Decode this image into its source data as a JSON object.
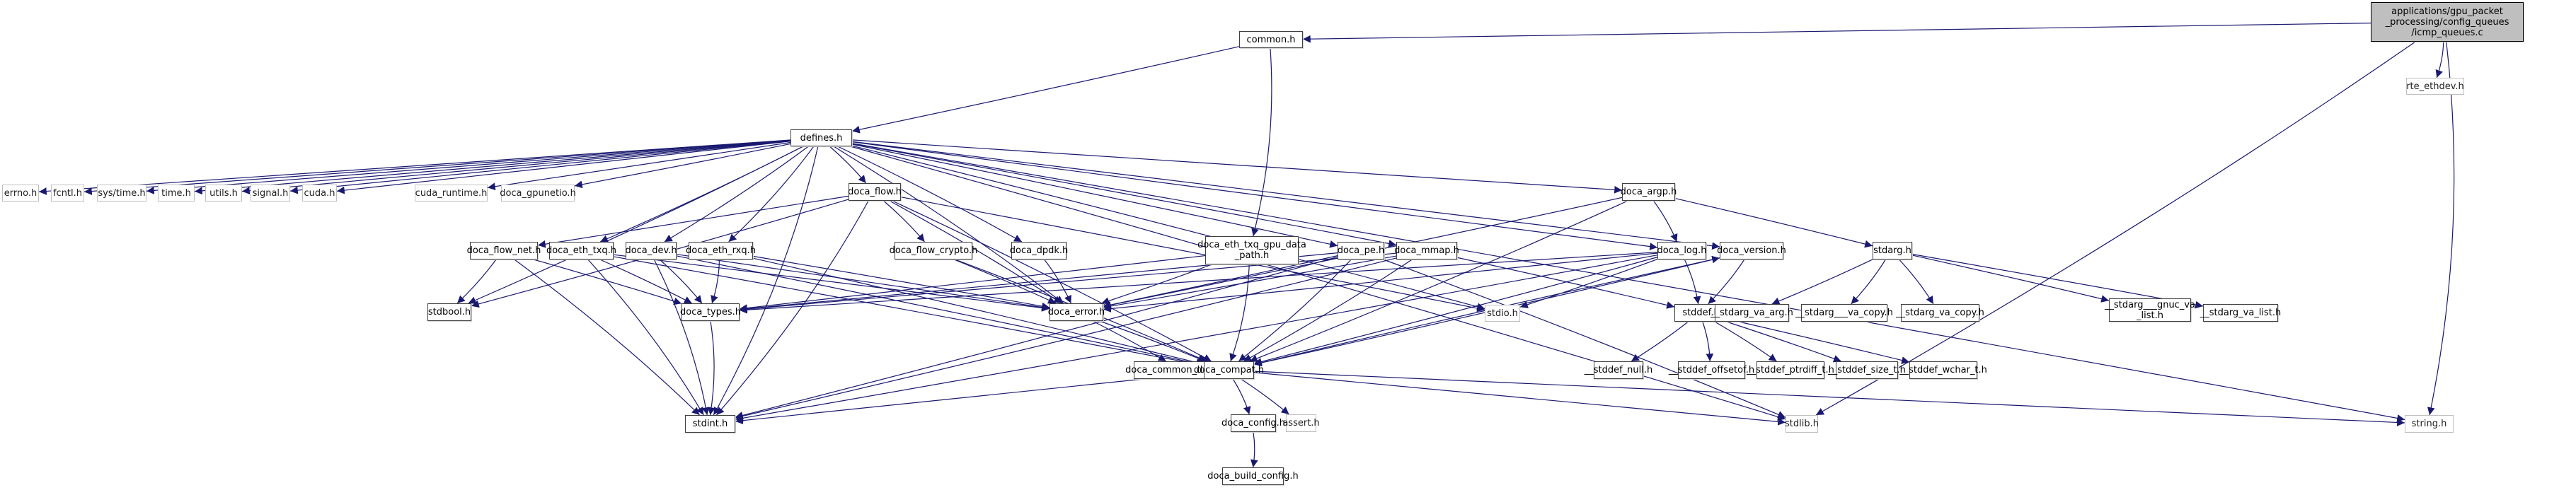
{
  "title": "Include dependency graph for icmp_queues.c",
  "colors": {
    "edge": "#191970",
    "root_fill": "#bfbfbf",
    "node_border": "#404040",
    "ext_border": "#bfbfbf"
  },
  "nodes": [
    {
      "id": "root",
      "label": "applications/gpu_packet\n_processing/config_queues\n/icmp_queues.c",
      "kind": "root"
    },
    {
      "id": "rte_ethdev",
      "label": "rte_ethdev.h",
      "kind": "ext"
    },
    {
      "id": "common",
      "label": "common.h",
      "kind": "doc"
    },
    {
      "id": "defines",
      "label": "defines.h",
      "kind": "doc"
    },
    {
      "id": "errno",
      "label": "errno.h",
      "kind": "ext"
    },
    {
      "id": "fcntl",
      "label": "fcntl.h",
      "kind": "ext"
    },
    {
      "id": "systime",
      "label": "sys/time.h",
      "kind": "ext"
    },
    {
      "id": "time",
      "label": "time.h",
      "kind": "ext"
    },
    {
      "id": "utils",
      "label": "utils.h",
      "kind": "ext"
    },
    {
      "id": "signal",
      "label": "signal.h",
      "kind": "ext"
    },
    {
      "id": "cuda",
      "label": "cuda.h",
      "kind": "ext"
    },
    {
      "id": "cuda_runtime",
      "label": "cuda_runtime.h",
      "kind": "ext"
    },
    {
      "id": "doca_gpunetio",
      "label": "doca_gpunetio.h",
      "kind": "ext"
    },
    {
      "id": "doca_flow",
      "label": "doca_flow.h",
      "kind": "doc"
    },
    {
      "id": "doca_argp",
      "label": "doca_argp.h",
      "kind": "doc"
    },
    {
      "id": "doca_flow_net",
      "label": "doca_flow_net.h",
      "kind": "doc"
    },
    {
      "id": "doca_eth_txq",
      "label": "doca_eth_txq.h",
      "kind": "doc"
    },
    {
      "id": "doca_dev",
      "label": "doca_dev.h",
      "kind": "doc"
    },
    {
      "id": "doca_eth_rxq",
      "label": "doca_eth_rxq.h",
      "kind": "doc"
    },
    {
      "id": "doca_flow_crypto",
      "label": "doca_flow_crypto.h",
      "kind": "doc"
    },
    {
      "id": "doca_dpdk",
      "label": "doca_dpdk.h",
      "kind": "doc"
    },
    {
      "id": "doca_eth_txq_gpu",
      "label": "doca_eth_txq_gpu_data\n_path.h",
      "kind": "doc"
    },
    {
      "id": "doca_pe",
      "label": "doca_pe.h",
      "kind": "doc"
    },
    {
      "id": "doca_mmap",
      "label": "doca_mmap.h",
      "kind": "doc"
    },
    {
      "id": "doca_log",
      "label": "doca_log.h",
      "kind": "doc"
    },
    {
      "id": "doca_version",
      "label": "doca_version.h",
      "kind": "doc"
    },
    {
      "id": "stdarg",
      "label": "stdarg.h",
      "kind": "doc"
    },
    {
      "id": "stdbool",
      "label": "stdbool.h",
      "kind": "doc"
    },
    {
      "id": "doca_types",
      "label": "doca_types.h",
      "kind": "doc"
    },
    {
      "id": "doca_error",
      "label": "doca_error.h",
      "kind": "doc"
    },
    {
      "id": "stdio",
      "label": "stdio.h",
      "kind": "ext"
    },
    {
      "id": "stddef",
      "label": "stddef.h",
      "kind": "doc"
    },
    {
      "id": "va_arg",
      "label": "__stdarg_va_arg.h",
      "kind": "doc"
    },
    {
      "id": "va_copy2",
      "label": "__stdarg___va_copy.h",
      "kind": "doc"
    },
    {
      "id": "va_copy",
      "label": "__stdarg_va_copy.h",
      "kind": "doc"
    },
    {
      "id": "gnuc_va_list",
      "label": "__stdarg___gnuc_va\n_list.h",
      "kind": "doc"
    },
    {
      "id": "va_list",
      "label": "__stdarg_va_list.h",
      "kind": "doc"
    },
    {
      "id": "doca_common_defines",
      "label": "doca_common_defines.h",
      "kind": "doc"
    },
    {
      "id": "doca_compat",
      "label": "doca_compat.h",
      "kind": "doc"
    },
    {
      "id": "stddef_null",
      "label": "__stddef_null.h",
      "kind": "doc"
    },
    {
      "id": "stddef_offsetof",
      "label": "__stddef_offsetof.h",
      "kind": "doc"
    },
    {
      "id": "stddef_ptrdiff",
      "label": "__stddef_ptrdiff_t.h",
      "kind": "doc"
    },
    {
      "id": "stddef_size",
      "label": "__stddef_size_t.h",
      "kind": "doc"
    },
    {
      "id": "stddef_wchar",
      "label": "__stddef_wchar_t.h",
      "kind": "doc"
    },
    {
      "id": "stdint",
      "label": "stdint.h",
      "kind": "doc"
    },
    {
      "id": "doca_config",
      "label": "doca_config.h",
      "kind": "doc"
    },
    {
      "id": "assert",
      "label": "assert.h",
      "kind": "ext"
    },
    {
      "id": "stdlib",
      "label": "stdlib.h",
      "kind": "ext"
    },
    {
      "id": "string",
      "label": "string.h",
      "kind": "ext"
    },
    {
      "id": "doca_build_config",
      "label": "doca_build_config.h",
      "kind": "doc"
    }
  ],
  "edges": [
    [
      "root",
      "common"
    ],
    [
      "root",
      "rte_ethdev"
    ],
    [
      "root",
      "stdlib"
    ],
    [
      "root",
      "string"
    ],
    [
      "common",
      "defines"
    ],
    [
      "common",
      "doca_eth_txq_gpu"
    ],
    [
      "defines",
      "errno"
    ],
    [
      "defines",
      "fcntl"
    ],
    [
      "defines",
      "systime"
    ],
    [
      "defines",
      "time"
    ],
    [
      "defines",
      "utils"
    ],
    [
      "defines",
      "signal"
    ],
    [
      "defines",
      "cuda"
    ],
    [
      "defines",
      "cuda_runtime"
    ],
    [
      "defines",
      "doca_gpunetio"
    ],
    [
      "defines",
      "doca_flow"
    ],
    [
      "defines",
      "doca_argp"
    ],
    [
      "defines",
      "doca_eth_txq"
    ],
    [
      "defines",
      "doca_dev"
    ],
    [
      "defines",
      "doca_eth_rxq"
    ],
    [
      "defines",
      "doca_dpdk"
    ],
    [
      "defines",
      "doca_pe"
    ],
    [
      "defines",
      "doca_mmap"
    ],
    [
      "defines",
      "doca_log"
    ],
    [
      "defines",
      "doca_version"
    ],
    [
      "defines",
      "stdbool"
    ],
    [
      "defines",
      "stdint"
    ],
    [
      "defines",
      "stdio"
    ],
    [
      "defines",
      "doca_error"
    ],
    [
      "defines",
      "string"
    ],
    [
      "defines",
      "stdlib"
    ],
    [
      "doca_flow",
      "doca_flow_net"
    ],
    [
      "doca_flow",
      "doca_flow_crypto"
    ],
    [
      "doca_flow",
      "stdbool"
    ],
    [
      "doca_flow",
      "stdint"
    ],
    [
      "doca_flow",
      "doca_error"
    ],
    [
      "doca_flow",
      "doca_compat"
    ],
    [
      "doca_flow",
      "stdio"
    ],
    [
      "doca_flow_net",
      "stdbool"
    ],
    [
      "doca_flow_net",
      "stdint"
    ],
    [
      "doca_flow_net",
      "doca_types"
    ],
    [
      "doca_eth_txq",
      "doca_types"
    ],
    [
      "doca_eth_txq",
      "doca_error"
    ],
    [
      "doca_eth_txq",
      "doca_compat"
    ],
    [
      "doca_eth_txq",
      "stdint"
    ],
    [
      "doca_dev",
      "doca_types"
    ],
    [
      "doca_dev",
      "doca_error"
    ],
    [
      "doca_dev",
      "doca_compat"
    ],
    [
      "doca_dev",
      "stdint"
    ],
    [
      "doca_eth_rxq",
      "doca_types"
    ],
    [
      "doca_eth_rxq",
      "doca_error"
    ],
    [
      "doca_eth_rxq",
      "doca_compat"
    ],
    [
      "doca_flow_crypto",
      "doca_error"
    ],
    [
      "doca_flow_crypto",
      "doca_compat"
    ],
    [
      "doca_dpdk",
      "doca_error"
    ],
    [
      "doca_eth_txq_gpu",
      "doca_types"
    ],
    [
      "doca_eth_txq_gpu",
      "doca_error"
    ],
    [
      "doca_eth_txq_gpu",
      "doca_compat"
    ],
    [
      "doca_pe",
      "doca_types"
    ],
    [
      "doca_pe",
      "doca_error"
    ],
    [
      "doca_pe",
      "doca_compat"
    ],
    [
      "doca_pe",
      "stdint"
    ],
    [
      "doca_pe",
      "stdlib"
    ],
    [
      "doca_mmap",
      "doca_types"
    ],
    [
      "doca_mmap",
      "doca_error"
    ],
    [
      "doca_mmap",
      "doca_compat"
    ],
    [
      "doca_mmap",
      "stddef"
    ],
    [
      "doca_mmap",
      "stdint"
    ],
    [
      "doca_argp",
      "doca_log"
    ],
    [
      "doca_argp",
      "doca_error"
    ],
    [
      "doca_argp",
      "stdarg"
    ],
    [
      "doca_argp",
      "doca_compat"
    ],
    [
      "doca_log",
      "doca_types"
    ],
    [
      "doca_log",
      "doca_error"
    ],
    [
      "doca_log",
      "doca_compat"
    ],
    [
      "doca_log",
      "stddef"
    ],
    [
      "doca_log",
      "stdio"
    ],
    [
      "doca_log",
      "stdint"
    ],
    [
      "doca_version",
      "stddef"
    ],
    [
      "doca_version",
      "doca_compat"
    ],
    [
      "doca_compat",
      "doca_version"
    ],
    [
      "stdarg",
      "va_arg"
    ],
    [
      "stdarg",
      "va_copy2"
    ],
    [
      "stdarg",
      "va_copy"
    ],
    [
      "stdarg",
      "gnuc_va_list"
    ],
    [
      "stdarg",
      "va_list"
    ],
    [
      "doca_types",
      "stdint"
    ],
    [
      "doca_error",
      "doca_common_defines"
    ],
    [
      "doca_error",
      "doca_compat"
    ],
    [
      "stddef",
      "stddef_null"
    ],
    [
      "stddef",
      "stddef_offsetof"
    ],
    [
      "stddef",
      "stddef_ptrdiff"
    ],
    [
      "stddef",
      "stddef_size"
    ],
    [
      "stddef",
      "stddef_wchar"
    ],
    [
      "doca_compat",
      "doca_config"
    ],
    [
      "doca_compat",
      "assert"
    ],
    [
      "doca_compat",
      "stdlib"
    ],
    [
      "doca_compat",
      "string"
    ],
    [
      "doca_compat",
      "stdint"
    ],
    [
      "doca_config",
      "doca_build_config"
    ]
  ]
}
